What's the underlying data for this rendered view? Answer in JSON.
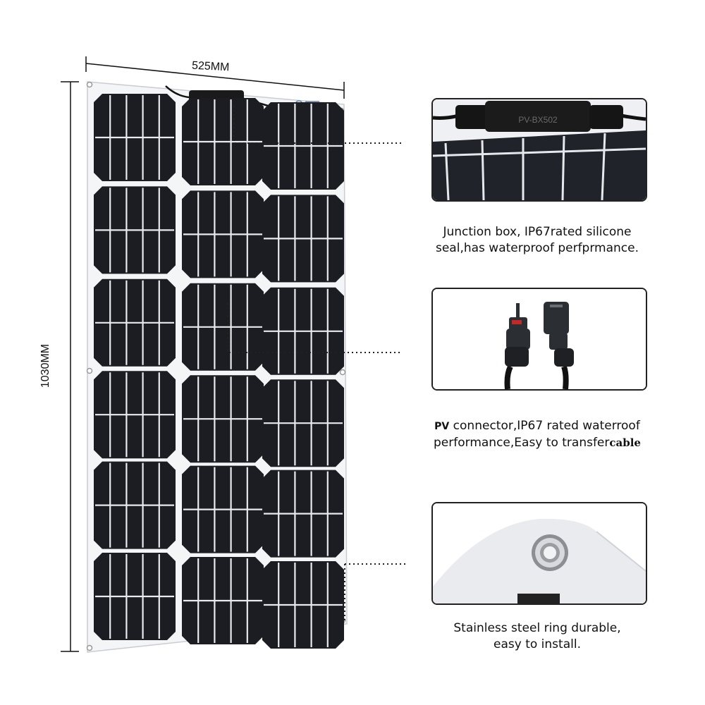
{
  "dimensions": {
    "width_label": "525MM",
    "height_label": "1030MM"
  },
  "panel": {
    "cell_rows": 6,
    "cell_cols": 3,
    "colors": {
      "cell": "#1b1d22",
      "grid_line": "#e8eaee",
      "backsheet": "#f4f5f7"
    }
  },
  "details": [
    {
      "id": "junction-box",
      "image_text": "PV-BX502",
      "caption_line1": "Junction box, IP67rated silicone",
      "caption_line2": "seal,has waterproof perfprmance."
    },
    {
      "id": "pv-connector",
      "caption_line1_prefix": "PV",
      "caption_line1": " connector,IP67 rated waterroof",
      "caption_line2": "performance,Easy to transfer",
      "caption_line2_suffix": "cable"
    },
    {
      "id": "steel-ring",
      "caption_line1": "Stainless steel ring durable,",
      "caption_line2": "easy to install."
    }
  ]
}
